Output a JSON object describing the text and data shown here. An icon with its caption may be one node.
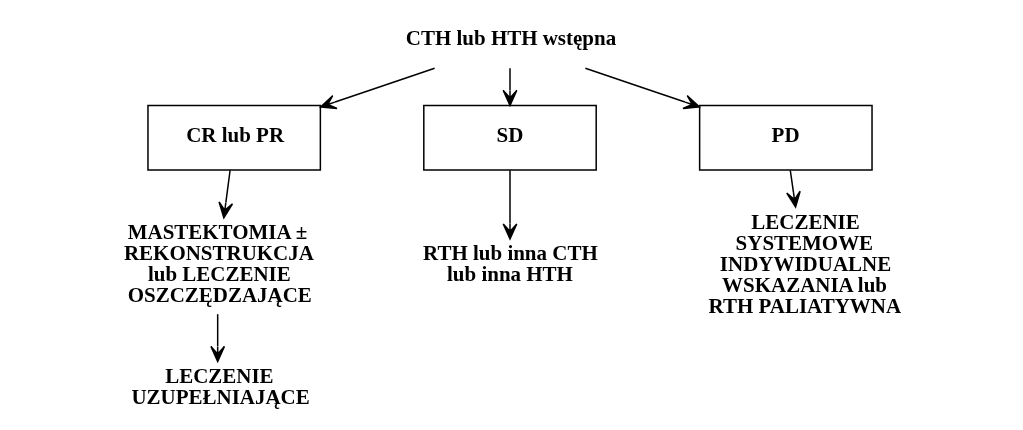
{
  "diagram": {
    "nodes": [
      {
        "text": [
          "CTH lub HTH wstępna"
        ]
      },
      {
        "text": [
          "CR lub PR"
        ]
      },
      {
        "text": [
          "SD"
        ]
      },
      {
        "text": [
          "PD"
        ]
      },
      {
        "text": [
          "MASTEKTOMIA ± REKONSTRUKCJA lub LECZENIE OSZCZĘDZAJĄCE"
        ]
      },
      {
        "text": [
          "LECZENIE UZUPEŁNIAJĄCE"
        ]
      },
      {
        "text": [
          "RTH lub inna CTH lub inna HTH"
        ]
      },
      {
        "text": [
          "LECZENIE SYSTEMOWE INDYWIDUALNE WSKAZANIA lub RTH PALIATYWNA"
        ]
      }
    ],
    "edges": [
      {
        "from": 0,
        "to": 1,
        "arrow": "to"
      },
      {
        "from": 0,
        "to": 2,
        "arrow": "to"
      },
      {
        "from": 0,
        "to": 3,
        "arrow": "to"
      },
      {
        "from": 1,
        "to": 4,
        "arrow": "to"
      },
      {
        "from": 4,
        "to": 5,
        "arrow": "to"
      },
      {
        "from": 2,
        "to": 6,
        "arrow": "to"
      },
      {
        "from": 3,
        "to": 7,
        "arrow": "to"
      }
    ]
  }
}
